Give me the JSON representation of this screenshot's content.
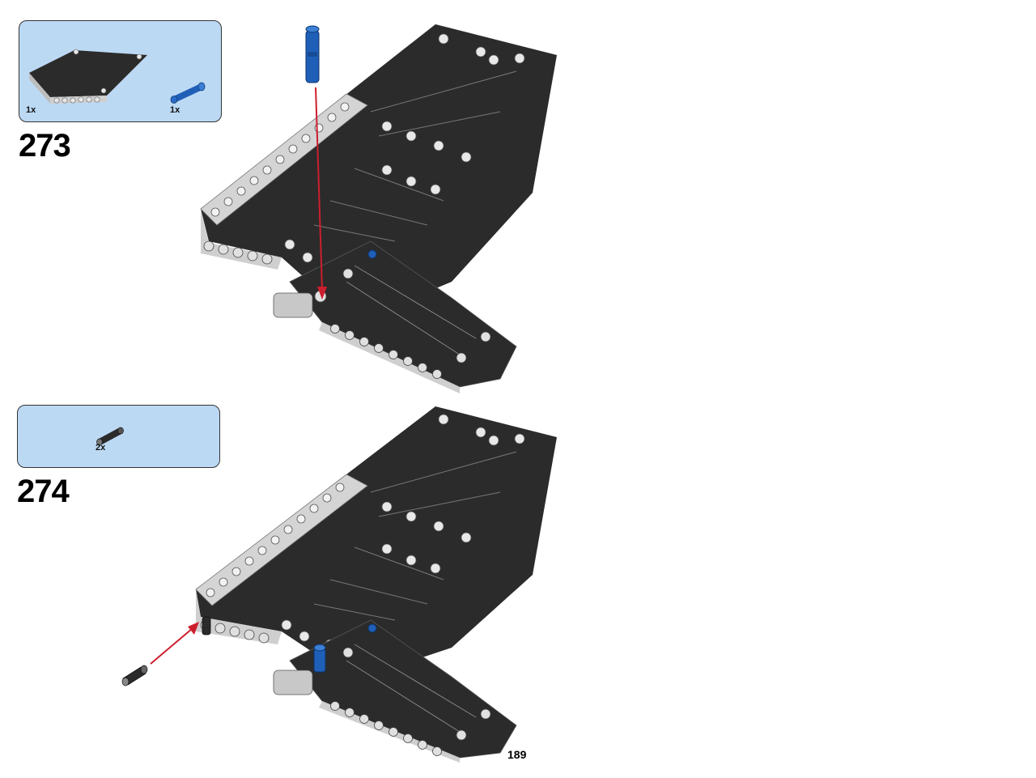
{
  "steps": [
    {
      "number": "273",
      "parts": [
        {
          "qty": "1x",
          "icon": "black-panel-part"
        },
        {
          "qty": "1x",
          "icon": "blue-axle-pin-part"
        }
      ]
    },
    {
      "number": "274",
      "parts": [
        {
          "qty": "2x",
          "icon": "black-pin-part"
        }
      ]
    }
  ],
  "page_number": "189",
  "colors": {
    "callout_bg": "#bcd9f4",
    "part_black": "#2b2b2b",
    "beam_gray": "#d2d2d2",
    "pin_blue": "#1f5fb8",
    "arrow_red": "#cc1f2e"
  }
}
